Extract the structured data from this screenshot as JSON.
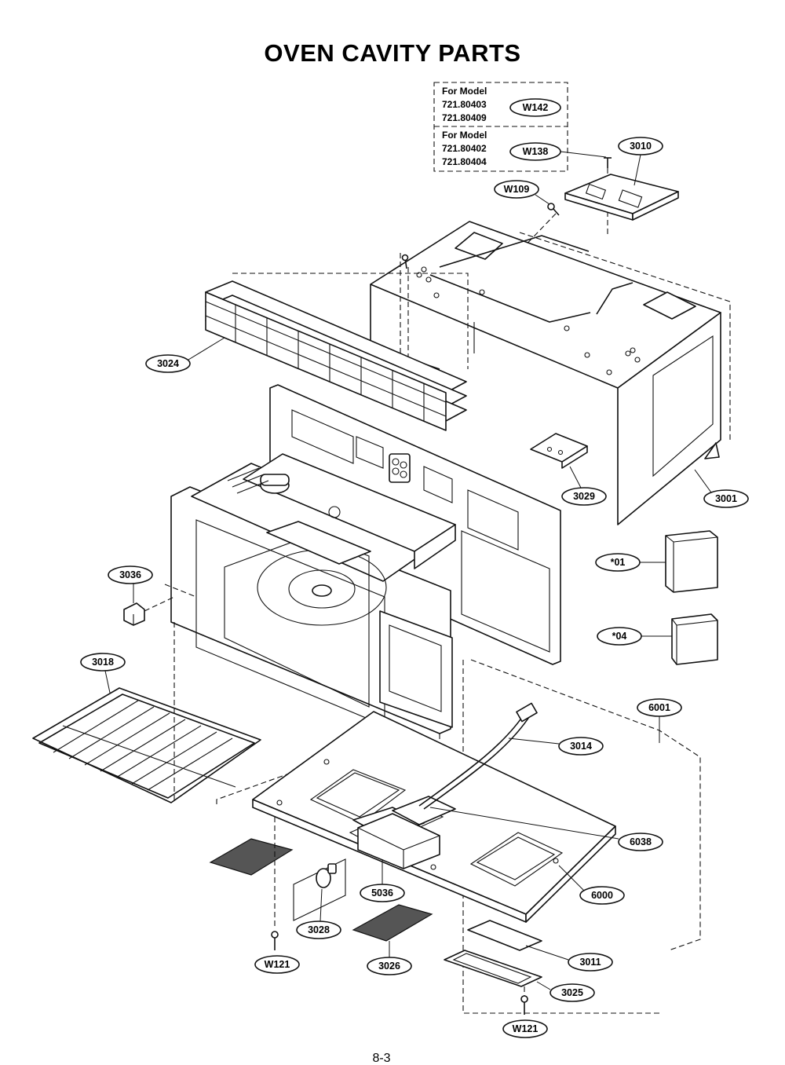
{
  "title": "OVEN CAVITY PARTS",
  "model_box": {
    "groups": [
      {
        "heading": "For Model",
        "models": [
          "721.80403",
          "721.80409"
        ],
        "part": "W142"
      },
      {
        "heading": "For Model",
        "models": [
          "721.80402",
          "721.80404"
        ],
        "part": "W138"
      }
    ]
  },
  "callouts": {
    "c3010": "3010",
    "cW109": "W109",
    "c3024": "3024",
    "c3029": "3029",
    "c3001": "3001",
    "c01": "*01",
    "c04": "*04",
    "c3036": "3036",
    "c3018": "3018",
    "c6001": "6001",
    "c3014": "3014",
    "c6038": "6038",
    "c6000": "6000",
    "c5036": "5036",
    "c3028": "3028",
    "cW121a": "W121",
    "c3026": "3026",
    "c3011": "3011",
    "c3025": "3025",
    "cW121b": "W121"
  },
  "page_number": "8-3"
}
